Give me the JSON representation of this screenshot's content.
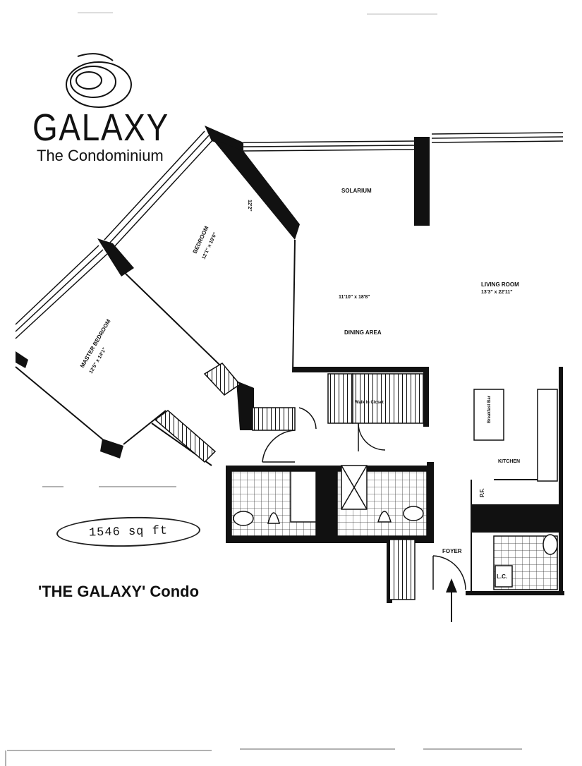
{
  "logo": {
    "word": "GALAXY",
    "subtitle": "The Condominium"
  },
  "rooms": {
    "solarium": "SOLARIUM",
    "bedroom": "BEDROOM",
    "bedroom_dims": "12'1\" x 19'0\"",
    "master_bedroom": "MASTER BEDROOM",
    "master_dims": "12'5\" x 14'1\"",
    "dining_dims": "11'10\" x 18'8\"",
    "dining_area": "DINING AREA",
    "living_room": "LIVING ROOM",
    "living_dims": "13'3\" x 22'11\"",
    "walk_in_closet": "Walk In Closet",
    "kitchen": "KITCHEN",
    "breakfast_bar": "Breakfast Bar",
    "foyer": "FOYER",
    "pf": "P.F.",
    "lc": "L.C.",
    "side_dim": "12'2\""
  },
  "area_note": "1546 sq ft",
  "caption": "'THE GALAXY' Condo"
}
